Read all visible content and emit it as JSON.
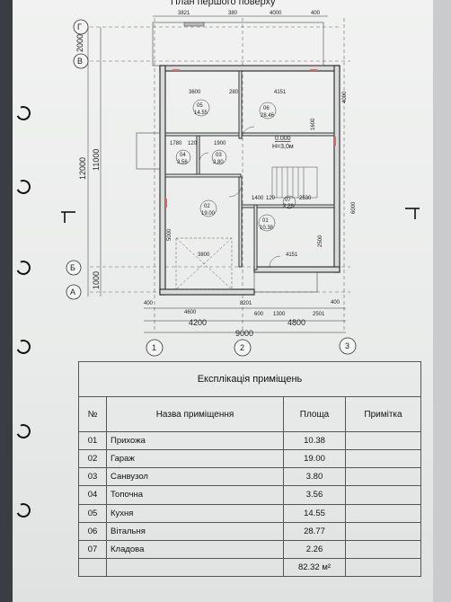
{
  "plan": {
    "title": "План першого поверху",
    "axes_letters": [
      "Г",
      "В",
      "Б",
      "А"
    ],
    "axes_numbers": [
      "1",
      "2",
      "3"
    ],
    "dims_top": [
      "3821",
      "380",
      "4000",
      "400"
    ],
    "dims_bottom_row1": [
      "400",
      "4600",
      "8201",
      "600",
      "1300",
      "2501",
      "400"
    ],
    "dims_bottom_row2": [
      "4200",
      "4800"
    ],
    "dim_total": "9000",
    "dims_left": [
      "2000",
      "12000",
      "11000",
      "1000"
    ],
    "level_mark": "0.000",
    "height_mark": "H=3,0м",
    "rooms": [
      {
        "no": "05",
        "area": "14.55"
      },
      {
        "no": "06",
        "area": "28.46"
      },
      {
        "no": "04",
        "area": "3.56"
      },
      {
        "no": "03",
        "area": "3.80"
      },
      {
        "no": "02",
        "area": "19.00"
      },
      {
        "no": "01",
        "area": "10.38"
      },
      {
        "no": "07",
        "area": "2.26"
      }
    ],
    "inner_dims": [
      "3600",
      "280",
      "4151",
      "1780",
      "120",
      "1900",
      "1400",
      "120",
      "2530",
      "3800",
      "4151",
      "5000",
      "2500",
      "6000",
      "4000",
      "1600"
    ]
  },
  "table": {
    "caption": "Експлікація приміщень",
    "headers": {
      "no": "№",
      "name": "Назва приміщення",
      "area": "Площа",
      "note": "Примітка"
    },
    "rows": [
      {
        "no": "01",
        "name": "Прихожа",
        "area": "10.38",
        "note": ""
      },
      {
        "no": "02",
        "name": "Гараж",
        "area": "19.00",
        "note": ""
      },
      {
        "no": "03",
        "name": "Санвузол",
        "area": "3.80",
        "note": ""
      },
      {
        "no": "04",
        "name": "Топочна",
        "area": "3.56",
        "note": ""
      },
      {
        "no": "05",
        "name": "Кухня",
        "area": "14.55",
        "note": ""
      },
      {
        "no": "06",
        "name": "Вітальня",
        "area": "28.77",
        "note": ""
      },
      {
        "no": "07",
        "name": "Кладова",
        "area": "2.26",
        "note": ""
      }
    ],
    "total": "82.32 м²"
  }
}
